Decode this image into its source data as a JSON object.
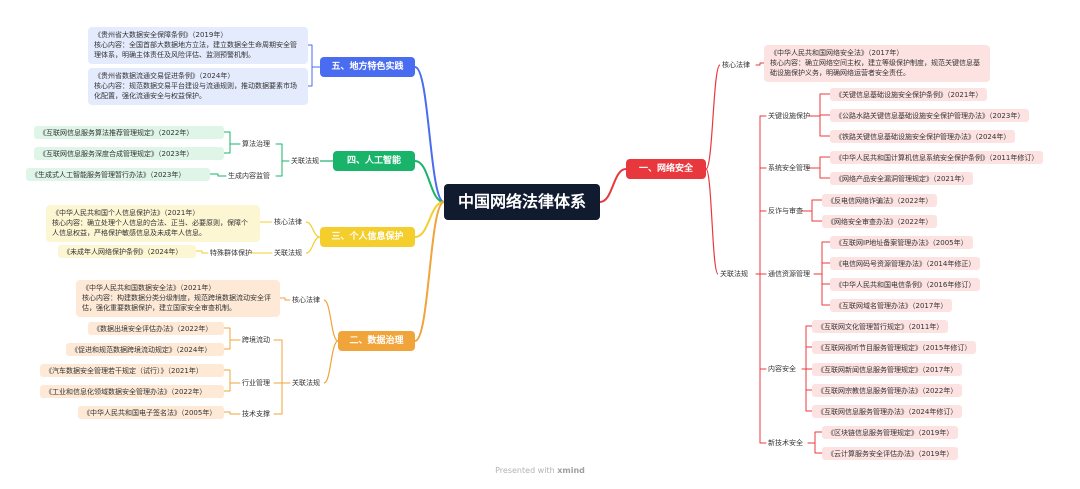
{
  "root": "中国网络法律体系",
  "colors": {
    "root": "#101b2f",
    "net": "#e8383d",
    "data": "#f0a43a",
    "personal": "#f3ce2d",
    "ai": "#19b46a",
    "local": "#4a6cf0"
  },
  "branches": {
    "net": {
      "title": "一、网络安全",
      "core": {
        "label": "核心法律",
        "law": "《中华人民共和国网络安全法》（2017年）",
        "content": "核心内容：确立网络空间主权，建立等级保护制度，规范关键信息基础设施保护义务，明确网络运营者安全责任。"
      },
      "related": {
        "label": "关联法规",
        "cii": {
          "label": "关键设施保护",
          "items": [
            "《关键信息基础设施安全保护条例》（2021年）",
            "《公路水路关键信息基础设施安全保护管理办法》（2023年）",
            "《铁路关键信息基础设施安全保护管理办法》（2024年）"
          ]
        },
        "sys": {
          "label": "系统安全管理",
          "items": [
            "《中华人民共和国计算机信息系统安全保护条例》（2011年修订）",
            "《网络产品安全漏洞管理规定》（2021年）"
          ]
        },
        "fraud": {
          "label": "反诈与审查",
          "items": [
            "《反电信网络诈骗法》（2022年）",
            "《网络安全审查办法》（2022年）"
          ]
        },
        "telecom": {
          "label": "通信资源管理",
          "items": [
            "《互联网IP地址备案管理办法》（2005年）",
            "《电信网码号资源管理办法》（2014年修正）",
            "《中华人民共和国电信条例》（2016年修订）",
            "《互联网域名管理办法》（2017年）"
          ]
        },
        "content": {
          "label": "内容安全",
          "items": [
            "《互联网文化管理暂行规定》（2011年）",
            "《互联网视听节目服务管理规定》（2015年修订）",
            "《互联网新闻信息服务管理规定》（2017年）",
            "《互联网宗教信息服务管理办法》（2022年）",
            "《互联网信息服务管理办法》（2024年修订）"
          ]
        },
        "tech": {
          "label": "新技术安全",
          "items": [
            "《区块链信息服务管理规定》（2019年）",
            "《云计算服务安全评估办法》（2019年）"
          ]
        }
      }
    },
    "data": {
      "title": "二、数据治理",
      "core": {
        "label": "核心法律",
        "law": "《中华人民共和国数据安全法》（2021年）",
        "content": "核心内容：构建数据分类分级制度，规范跨境数据流动安全评估，强化重要数据保护，建立国家安全审查机制。"
      },
      "related": {
        "label": "关联法规",
        "cross": {
          "label": "跨境流动",
          "items": [
            "《数据出境安全评估办法》（2022年）",
            "《促进和规范数据跨境流动规定》（2024年）"
          ]
        },
        "industry": {
          "label": "行业管理",
          "items": [
            "《汽车数据安全管理若干规定（试行）》（2021年）",
            "《工业和信息化领域数据安全管理办法》（2022年）"
          ]
        },
        "support": {
          "label": "技术支撑",
          "items": [
            "《中华人民共和国电子签名法》（2005年）"
          ]
        }
      }
    },
    "personal": {
      "title": "三、个人信息保护",
      "core": {
        "label": "核心法律",
        "law": "《中华人民共和国个人信息保护法》（2021年）",
        "content": "核心内容：确立处理个人信息的合法、正当、必要原则，保障个人信息权益，严格保护敏感信息及未成年人信息。"
      },
      "related": {
        "label": "关联法规",
        "group": {
          "label": "特殊群体保护",
          "items": [
            "《未成年人网络保护条例》（2024年）"
          ]
        }
      }
    },
    "ai": {
      "title": "四、人工智能",
      "related": {
        "label": "关联法规",
        "algo": {
          "label": "算法治理",
          "items": [
            "《互联网信息服务算法推荐管理规定》（2022年）",
            "《互联网信息服务深度合成管理规定》（2023年）"
          ]
        },
        "gen": {
          "label": "生成内容监管",
          "items": [
            "《生成式人工智能服务管理暂行办法》（2023年）"
          ]
        }
      }
    },
    "local": {
      "title": "五、地方特色实践",
      "items": [
        {
          "law": "《贵州省大数据安全保障条例》（2019年）",
          "content": "核心内容：全国首部大数据地方立法，建立数据全生命周期安全管理体系，明确主体责任及风险评估、监测预警机制。"
        },
        {
          "law": "《贵州省数据流通交易促进条例》（2024年）",
          "content": "核心内容：规范数据交易平台建设与流通规则，推动数据要素市场化配置，强化流通安全与权益保护。"
        }
      ]
    }
  },
  "footer": {
    "prefix": "Presented with",
    "brand": "xmind"
  }
}
